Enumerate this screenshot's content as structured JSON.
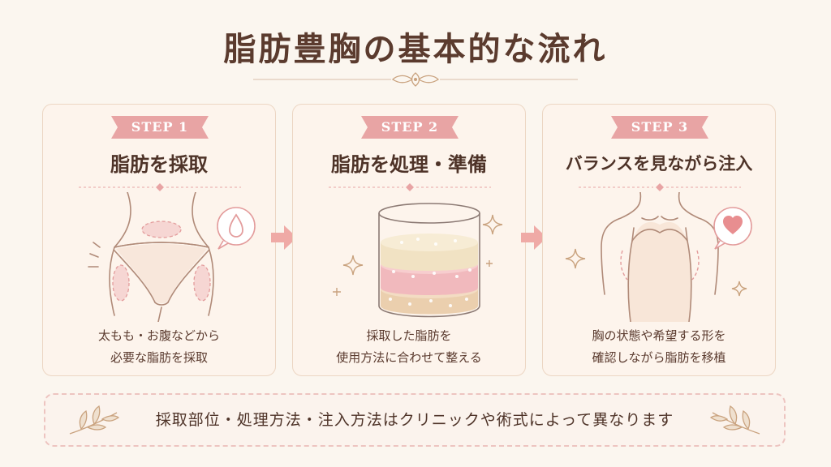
{
  "title": "脂肪豊胸の基本的な流れ",
  "colors": {
    "accent_pink": "#e8a4a4",
    "text_brown": "#5a3a2e",
    "card_bg": "#fdf4ec",
    "arrow": "#efaaa6"
  },
  "steps": [
    {
      "step": "STEP 1",
      "heading": "脂肪を採取",
      "desc": [
        "太もも・お腹などから",
        "必要な脂肪を採取"
      ],
      "icon": "droplet-icon"
    },
    {
      "step": "STEP 2",
      "heading": "脂肪を処理・準備",
      "desc": [
        "採取した脂肪を",
        "使用方法に合わせて整える"
      ],
      "icon": "sparkle-icon"
    },
    {
      "step": "STEP 3",
      "heading": "バランスを見ながら注入",
      "desc": [
        "胸の状態や希望する形を",
        "確認しながら脂肪を移植"
      ],
      "icon": "heart-icon"
    }
  ],
  "note": "採取部位・処理方法・注入方法はクリニックや術式によって異なります"
}
